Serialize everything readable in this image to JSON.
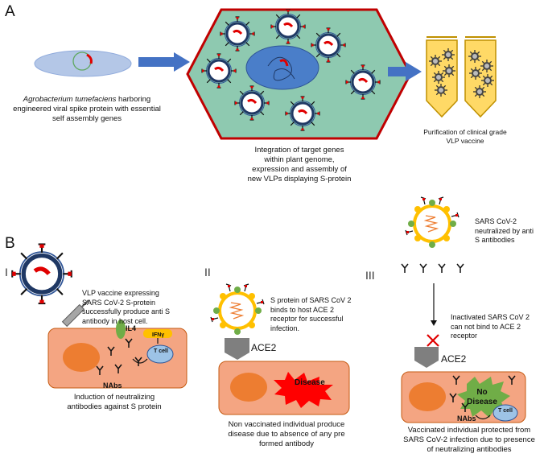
{
  "panel_a": {
    "letter": "A",
    "agro_caption_italic": "Agrobacterium tumefaciens",
    "agro_caption_rest": " harboring engineered viral spike protein with essential self assembly genes",
    "integration_caption": "Integration of target genes within plant genome, expression and assembly of new VLPs displaying S-protein",
    "purification_caption": "Purification of clinical grade VLP vaccine"
  },
  "panel_b": {
    "letter": "B",
    "section_1": {
      "numeral": "I",
      "vlp_text": "VLP vaccine expressing SARS CoV-2 S-protein successfully produce anti S antibody in host cell.",
      "il4": "IL4",
      "ifng": "IFNγ",
      "tcell": "T cell",
      "nabs": "NAbs",
      "caption": "Induction of neutralizing antibodies against S protein"
    },
    "section_2": {
      "numeral": "II",
      "binding_text": "S protein of SARS CoV 2 binds to host ACE 2 receptor for successful infection.",
      "ace2": "ACE2",
      "disease": "Disease",
      "caption": "Non vaccinated individual produce disease due to absence of any pre formed antibody"
    },
    "section_3": {
      "numeral": "III",
      "neutralized_text": "SARS CoV-2 neutralized by anti S antibodies",
      "inactivated_text": "Inactivated SARS CoV 2 can not bind to ACE 2 receptor",
      "ace2": "ACE2",
      "no_disease": "No Disease",
      "nabs": "NAbs",
      "tcell": "T cell",
      "caption": "Vaccinated individual protected from SARS CoV-2 infection due to presence of neutralizing antibodies"
    }
  },
  "colors": {
    "arrow_blue": "#4472c4",
    "hexagon_fill": "#8ec9b0",
    "hexagon_border": "#c00000",
    "cell_fill": "#f4a582",
    "nucleus": "#ed7d31",
    "disease_red": "#ff0000",
    "no_disease_green": "#70ad47",
    "tube_fill": "#ffd966"
  }
}
